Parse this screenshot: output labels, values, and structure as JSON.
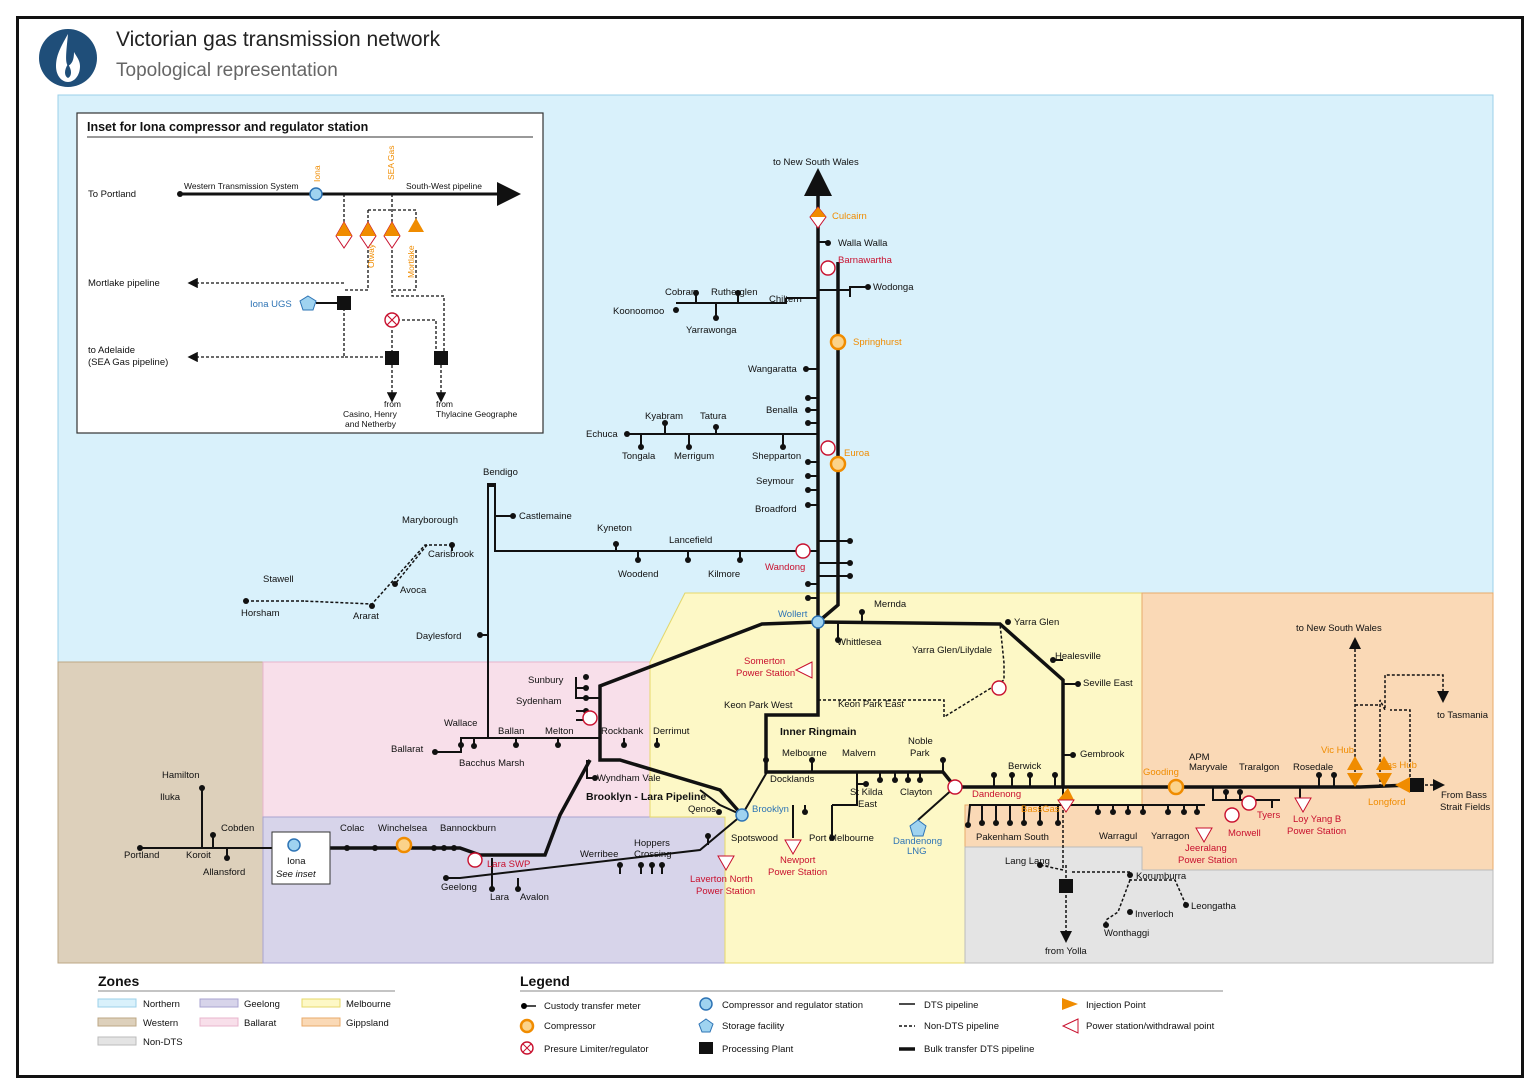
{
  "header": {
    "title": "Victorian gas transmission network",
    "subtitle": "Topological representation"
  },
  "inset": {
    "title": "Inset for Iona compressor and regulator station",
    "to_portland": "To Portland",
    "western_system": "Western Transmission System",
    "iona": "Iona",
    "sea_gas": "SEA Gas",
    "south_west": "South-West pipeline",
    "otway": "Otway",
    "mortlake": "Mortlake",
    "mortlake_pipeline": "Mortlake pipeline",
    "iona_ugs": "Iona UGS",
    "to_adelaide_1": "to Adelaide",
    "to_adelaide_2": "(SEA Gas pipeline)",
    "from_1a": "from",
    "from_1b": "Casino, Henry",
    "from_1c": "and Netherby",
    "from_2a": "from",
    "from_2b": "Thylacine Geographe"
  },
  "labels": {
    "to_nsw": "to New South Wales",
    "culcairn": "Culcairn",
    "walla_walla": "Walla Walla",
    "barnawartha": "Barnawartha",
    "wodonga": "Wodonga",
    "chiltern": "Chiltern",
    "cobram": "Cobram",
    "rutherglen": "Rutherglen",
    "koonoomoo": "Koonoomoo",
    "yarrawonga": "Yarrawonga",
    "springhurst": "Springhurst",
    "wangaratta": "Wangaratta",
    "benalla": "Benalla",
    "kyabram": "Kyabram",
    "tatura": "Tatura",
    "echuca": "Echuca",
    "tongala": "Tongala",
    "merrigum": "Merrigum",
    "shepparton": "Shepparton",
    "euroa": "Euroa",
    "seymour": "Seymour",
    "broadford": "Broadford",
    "bendigo": "Bendigo",
    "castlemaine": "Castlemaine",
    "maryborough": "Maryborough",
    "carisbrook": "Carisbrook",
    "kyneton": "Kyneton",
    "lancefield": "Lancefield",
    "woodend": "Woodend",
    "kilmore": "Kilmore",
    "wandong": "Wandong",
    "stawell": "Stawell",
    "avoca": "Avoca",
    "horsham": "Horsham",
    "ararat": "Ararat",
    "daylesford": "Daylesford",
    "wollert": "Wollert",
    "mernda": "Mernda",
    "whittlesea": "Whittlesea",
    "yarra_glen": "Yarra Glen",
    "yarra_glen_lilydale": "Yarra Glen/Lilydale",
    "healesville": "Healesville",
    "seville_east": "Seville East",
    "somerton_1": "Somerton",
    "somerton_2": "Power Station",
    "sunbury": "Sunbury",
    "sydenham": "Sydenham",
    "keon_park_west": "Keon Park West",
    "keon_park_east": "Keon Park East",
    "inner_ringmain": "Inner Ringmain",
    "wallace": "Wallace",
    "ballan": "Ballan",
    "melton": "Melton",
    "rockbank": "Rockbank",
    "derrimut": "Derrimut",
    "ballarat": "Ballarat",
    "bacchus_marsh": "Bacchus Marsh",
    "melbourne": "Melbourne",
    "malvern": "Malvern",
    "noble_park_1": "Noble",
    "noble_park_2": "Park",
    "gembrook": "Gembrook",
    "docklands": "Docklands",
    "wyndham_vale": "Wyndham Vale",
    "st_kilda_1": "St Kilda",
    "st_kilda_2": "East",
    "clayton": "Clayton",
    "dandenong": "Dandenong",
    "berwick": "Berwick",
    "brooklyn_lara": "Brooklyn - Lara Pipeline",
    "qenos": "Qenos",
    "brooklyn": "Brooklyn",
    "hamilton": "Hamilton",
    "iluka": "Iluka",
    "cobden": "Cobden",
    "portland": "Portland",
    "koroit": "Koroit",
    "allansford": "Allansford",
    "iona_box": "Iona",
    "see_inset": "See inset",
    "colac": "Colac",
    "winchelsea": "Winchelsea",
    "bannockburn": "Bannockburn",
    "spotswood": "Spotswood",
    "port_melbourne": "Port Melbourne",
    "dandenong_lng_1": "Dandenong",
    "dandenong_lng_2": "LNG",
    "hoppers_1": "Hoppers",
    "hoppers_2": "Crossing",
    "werribee": "Werribee",
    "lara_swp": "Lara SWP",
    "geelong": "Geelong",
    "lara": "Lara",
    "avalon": "Avalon",
    "laverton_1": "Laverton North",
    "laverton_2": "Power Station",
    "newport_1": "Newport",
    "newport_2": "Power Station",
    "pakenham_south": "Pakenham South",
    "bassgas": "BassGas",
    "lang_lang": "Lang Lang",
    "warragul": "Warragul",
    "yarragon": "Yarragon",
    "jeeralang_1": "Jeeralang",
    "jeeralang_2": "Power Station",
    "morwell": "Morwell",
    "gooding": "Gooding",
    "apm_1": "APM",
    "apm_2": "Maryvale",
    "traralgon": "Traralgon",
    "rosedale": "Rosedale",
    "tyers": "Tyers",
    "loy_yang_1": "Loy Yang B",
    "loy_yang_2": "Power Station",
    "vic_hub": "Vic Hub",
    "tas_hub": "Tas Hub",
    "longford": "Longford",
    "to_nsw_2": "to New South Wales",
    "to_tasmania": "to Tasmania",
    "from_bass_1": "From Bass",
    "from_bass_2": "Strait Fields",
    "korumburra": "Korumburra",
    "leongatha": "Leongatha",
    "inverloch": "Inverloch",
    "wonthaggi": "Wonthaggi",
    "from_yolla": "from Yolla"
  },
  "zones": {
    "title": "Zones",
    "items": [
      {
        "label": "Northern",
        "color": "#d9f1fb"
      },
      {
        "label": "Western",
        "color": "#ddd0bb"
      },
      {
        "label": "Non-DTS",
        "color": "#e4e4e4"
      },
      {
        "label": "Geelong",
        "color": "#d7d4ea"
      },
      {
        "label": "Ballarat",
        "color": "#f8dfea"
      },
      {
        "label": "Melbourne",
        "color": "#fdf8c6"
      },
      {
        "label": "Gippsland",
        "color": "#fad9b6"
      }
    ]
  },
  "legend": {
    "title": "Legend",
    "custody": "Custody transfer meter",
    "compressor": "Compressor",
    "limiter": "Presure Limiter/regulator",
    "comp_reg": "Compressor and regulator station",
    "storage": "Storage facility",
    "processing": "Processing Plant",
    "dts": "DTS pipeline",
    "non_dts": "Non-DTS pipeline",
    "bulk": "Bulk transfer DTS pipeline",
    "injection": "Injection Point",
    "power": "Power station/withdrawal point"
  },
  "colors": {
    "orange": "#f08c00",
    "red": "#c8102e",
    "blue": "#2e74b5",
    "logo": "#1f4e79"
  }
}
